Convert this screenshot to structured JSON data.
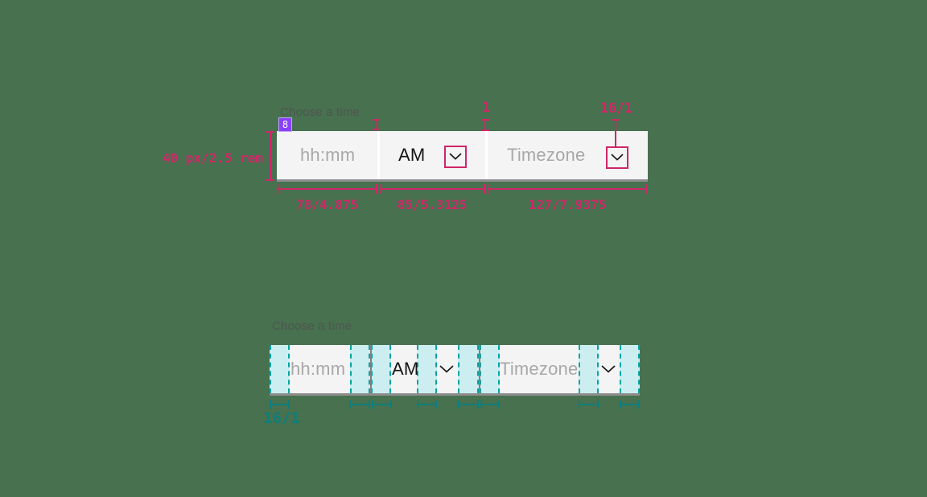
{
  "colors": {
    "background": "#47714f",
    "annotation_pink": "#ce2767",
    "annotation_teal": "#0e7e7c",
    "teal_stripe_border": "#00a5a5",
    "teal_stripe_fill": "#cdeef0",
    "token_purple": "#8a3ffc",
    "field_background": "#f4f4f4",
    "field_border_bottom": "#8d8d8d",
    "placeholder_text": "#a8a8a8",
    "value_text": "#161616",
    "label_text": "#525252"
  },
  "measured_spec": {
    "label": "Choose a time",
    "spacing_token_badge": "8",
    "height_label": "40 px/2.5 rem",
    "divider_gap_label": "1",
    "chevron_inset_label": "16/1",
    "segment_widths": [
      "78/4.875",
      "85/5.3125",
      "127/7.9375"
    ],
    "time_placeholder": "hh:mm",
    "ampm_value": "AM",
    "timezone_placeholder": "Timezone"
  },
  "padding_spec": {
    "label": "Choose a time",
    "padding_label": "16/1",
    "time_placeholder": "hh:mm",
    "ampm_value": "AM",
    "timezone_placeholder": "Timezone"
  }
}
